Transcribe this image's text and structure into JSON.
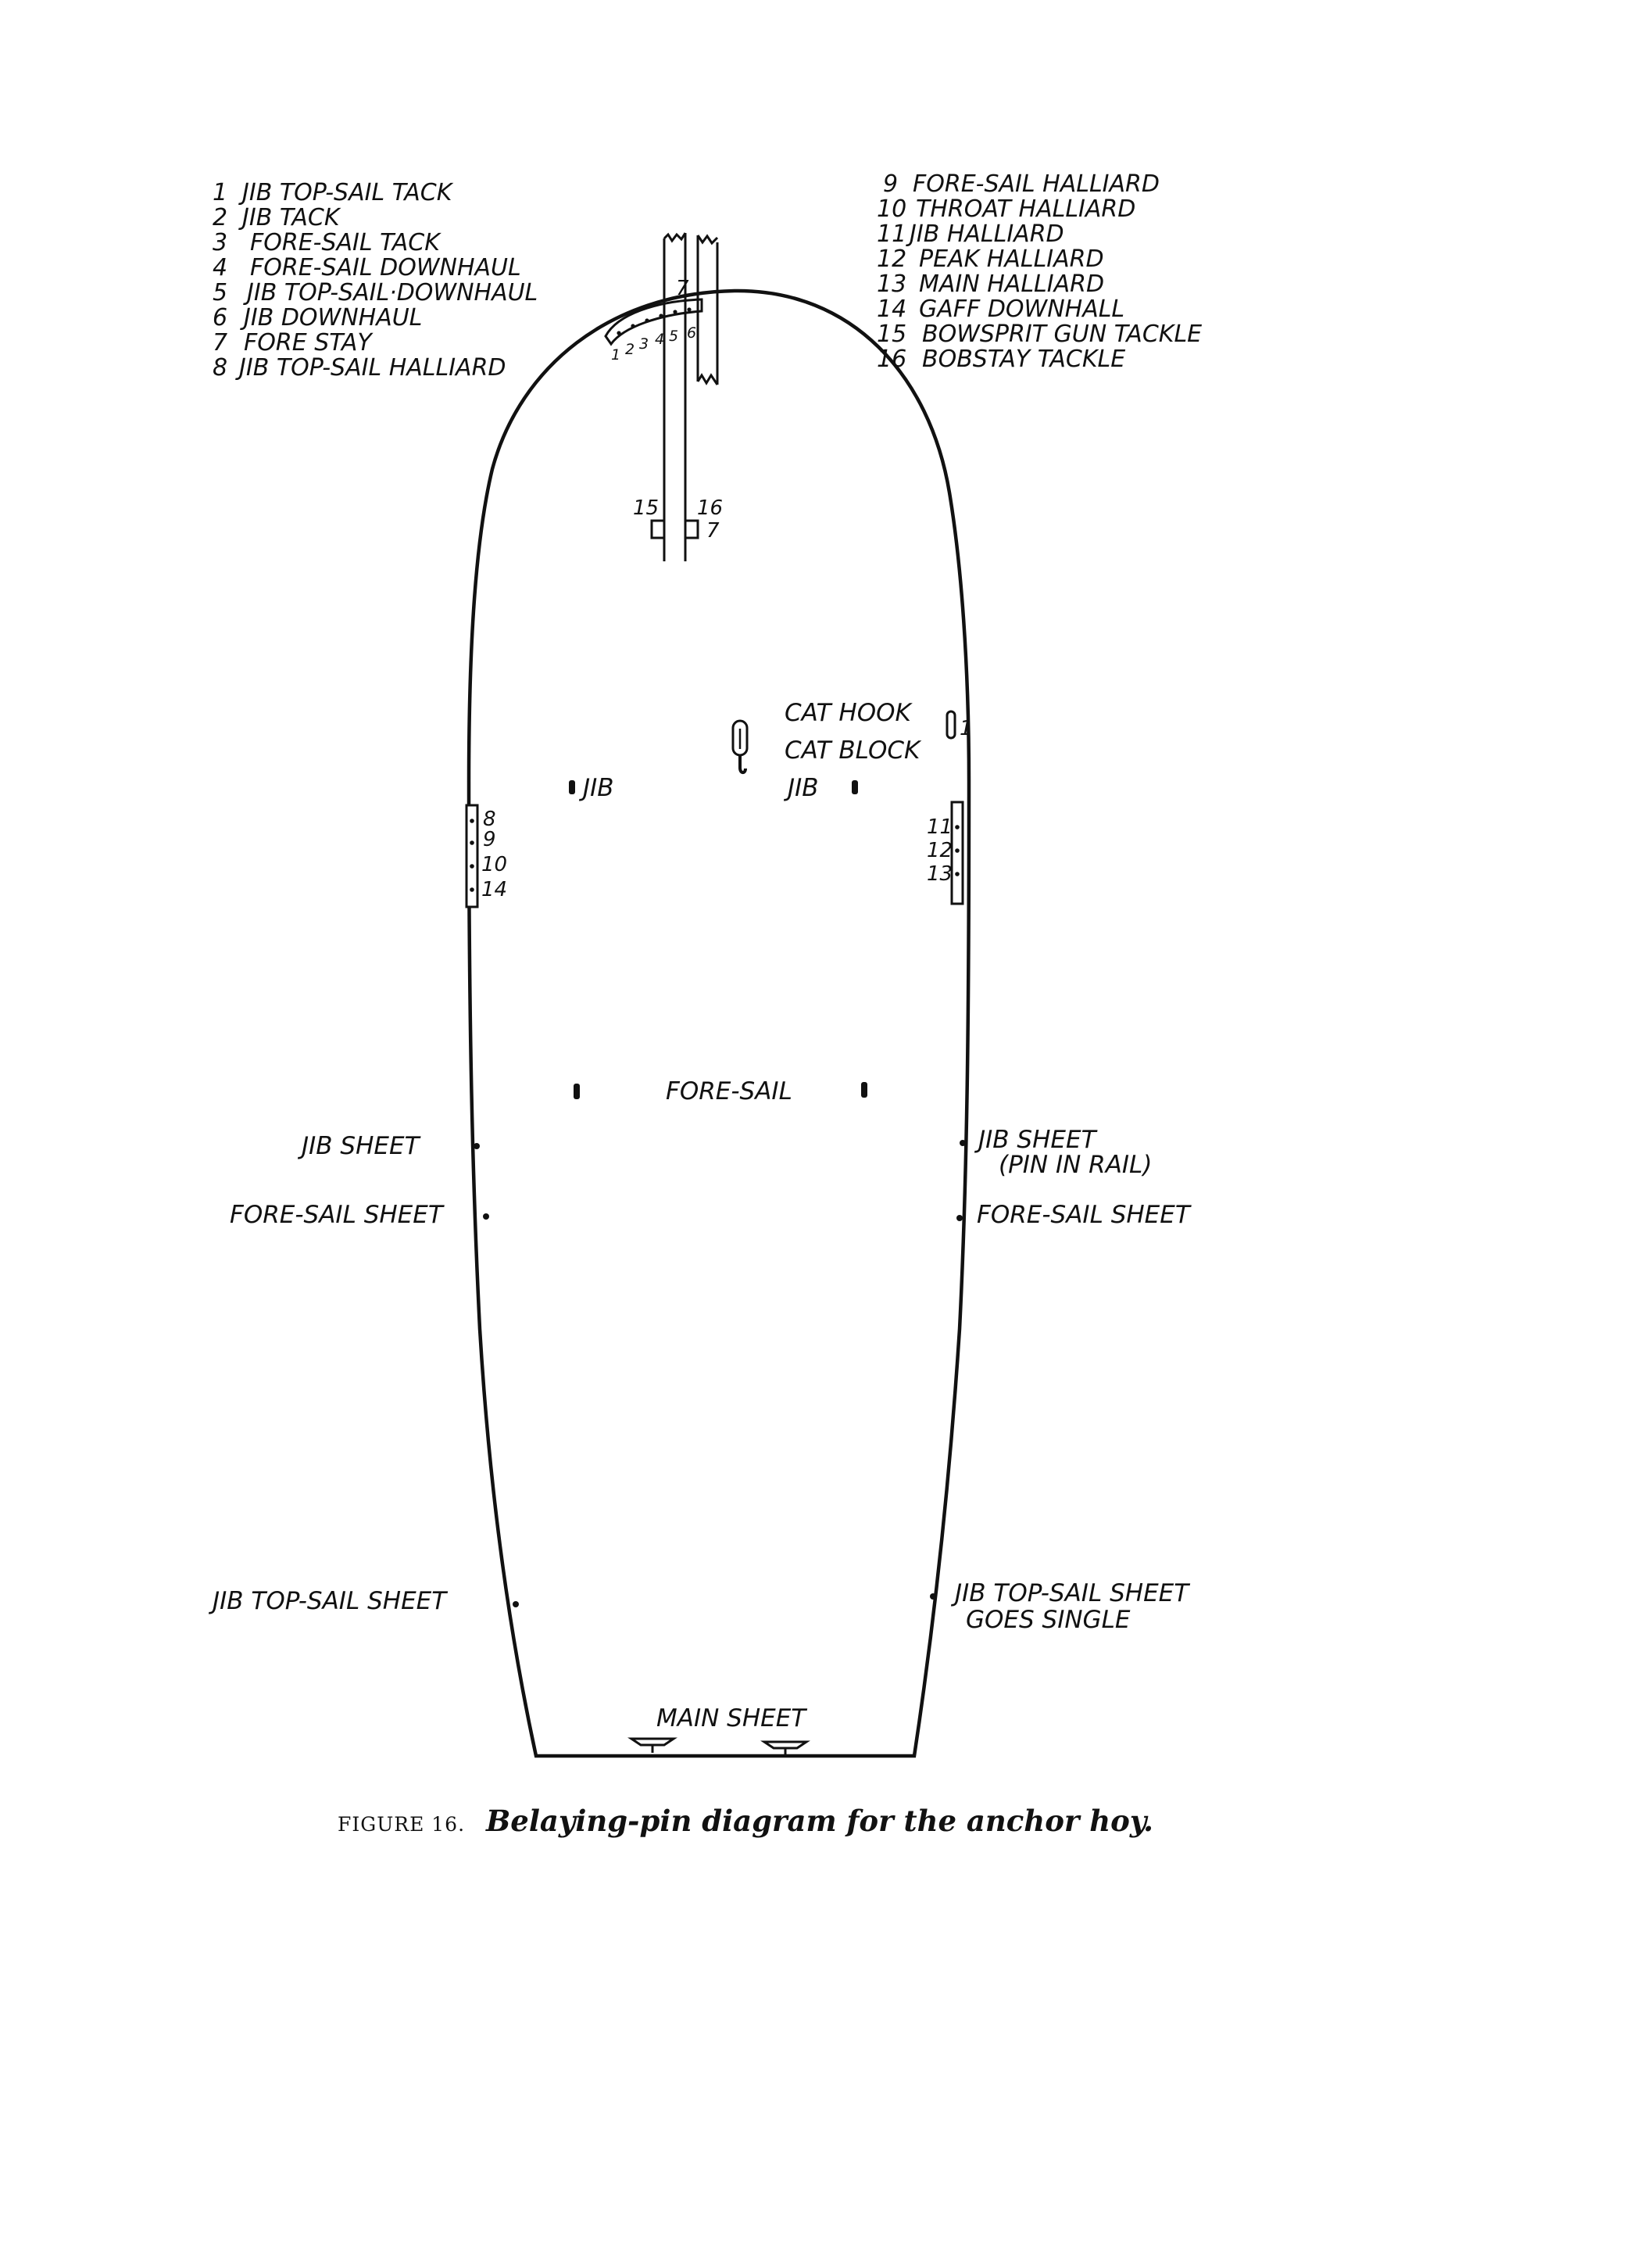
{
  "legend_left": [
    {
      "number": "1",
      "label": "JIB TOP-SAIL TACK"
    },
    {
      "number": "2",
      "label": "JIB TACK"
    },
    {
      "number": "3",
      "label": "FORE-SAIL TACK"
    },
    {
      "number": "4",
      "label": "FORE-SAIL DOWNHAUL"
    },
    {
      "number": "5",
      "label": "JIB TOP-SAIL·DOWNHAUL"
    },
    {
      "number": "6",
      "label": "JIB DOWNHAUL"
    },
    {
      "number": "7",
      "label": "FORE STAY"
    },
    {
      "number": "8",
      "label": "JIB TOP-SAIL HALLIARD"
    }
  ],
  "legend_right": [
    {
      "number": "9",
      "label": "FORE-SAIL HALLIARD"
    },
    {
      "number": "10",
      "label": "THROAT HALLIARD"
    },
    {
      "number": "11",
      "label": "JIB HALLIARD"
    },
    {
      "number": "12",
      "label": "PEAK HALLIARD"
    },
    {
      "number": "13",
      "label": "MAIN HALLIARD"
    },
    {
      "number": "14",
      "label": "GAFF DOWNHALL"
    },
    {
      "number": "15",
      "label": "BOWSPRIT GUN TACKLE"
    },
    {
      "number": "16",
      "label": "BOBSTAY TACKLE"
    }
  ],
  "bowsprit": {
    "bitt_numbers": [
      "1",
      "2",
      "3",
      "4",
      "5",
      "6"
    ],
    "stay_number": "7",
    "left_post_number": "15",
    "right_post_number": "16",
    "right_post_stay_number": "7"
  },
  "deck_labels": {
    "cat_hook": "CAT HOOK",
    "cat_block": "CAT BLOCK",
    "jib_left": "JIB",
    "jib_right": "JIB",
    "fore_sail": "FORE-SAIL",
    "main_sheet": "MAIN SHEET"
  },
  "port_rail": {
    "numbers": [
      "8",
      "9",
      "10",
      "14"
    ]
  },
  "starboard_rail": {
    "top_number": "1",
    "numbers": [
      "11",
      "12",
      "13"
    ]
  },
  "side_labels": {
    "left_jib_sheet": "JIB SHEET",
    "left_fore_sail_sheet": "FORE-SAIL SHEET",
    "left_jib_top_sail_sheet": "JIB TOP-SAIL SHEET",
    "right_jib_sheet": "JIB SHEET",
    "right_jib_sheet_note": "(PIN IN RAIL)",
    "right_fore_sail_sheet": "FORE-SAIL SHEET",
    "right_jib_top_sail_sheet": "JIB TOP-SAIL SHEET",
    "right_jib_top_sail_note": "GOES SINGLE"
  },
  "caption": {
    "label": "FIGURE 16.",
    "title": "Belaying-pin diagram for the anchor hoy."
  }
}
